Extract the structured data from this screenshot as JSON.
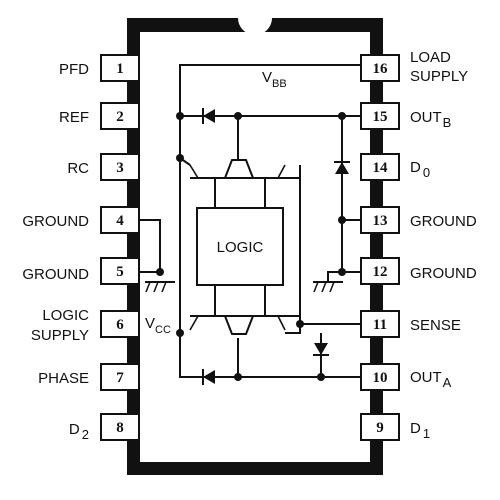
{
  "pins": [
    {
      "num": "1",
      "label": "PFD"
    },
    {
      "num": "2",
      "label": "REF"
    },
    {
      "num": "3",
      "label": "RC"
    },
    {
      "num": "4",
      "label": "GROUND"
    },
    {
      "num": "5",
      "label": "GROUND"
    },
    {
      "num": "6",
      "label_line1": "LOGIC",
      "label_line2": "SUPPLY"
    },
    {
      "num": "7",
      "label": "PHASE"
    },
    {
      "num": "8",
      "label_main": "D",
      "label_sub": "2"
    },
    {
      "num": "9",
      "label_main": "D",
      "label_sub": "1"
    },
    {
      "num": "10",
      "label_main": "OUT",
      "label_sub": "A"
    },
    {
      "num": "11",
      "label": "SENSE"
    },
    {
      "num": "12",
      "label": "GROUND"
    },
    {
      "num": "13",
      "label": "GROUND"
    },
    {
      "num": "14",
      "label_main": "D",
      "label_sub": "0"
    },
    {
      "num": "15",
      "label_main": "OUT",
      "label_sub": "B"
    },
    {
      "num": "16",
      "label_line1": "LOAD",
      "label_line2": "SUPPLY"
    }
  ],
  "internal": {
    "vbb_main": "V",
    "vbb_sub": "BB",
    "vcc_main": "V",
    "vcc_sub": "CC",
    "logic": "LOGIC"
  }
}
